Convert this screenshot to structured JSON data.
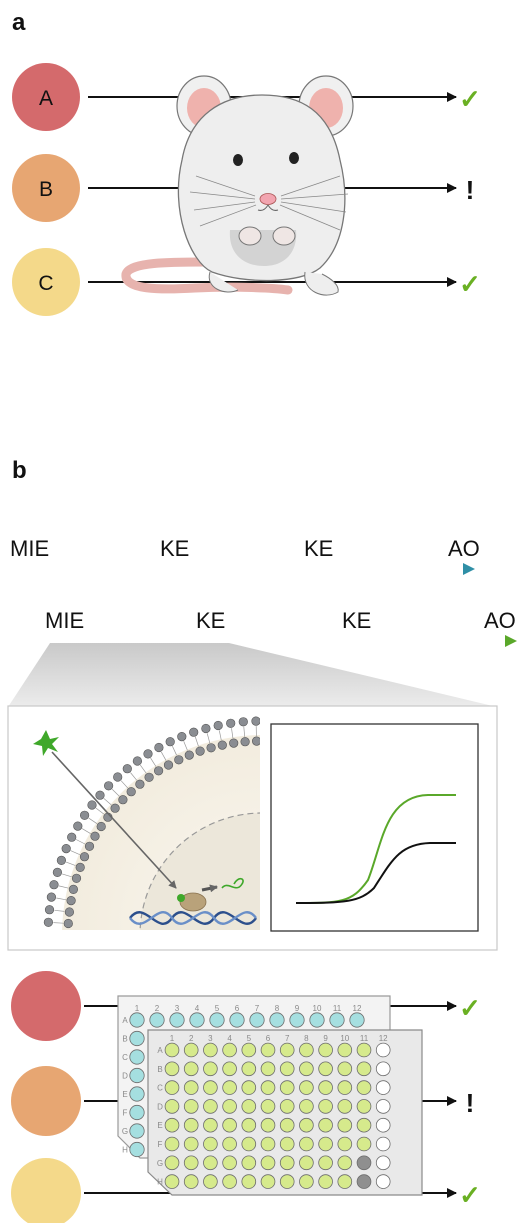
{
  "panel_a": {
    "label": "a",
    "rows": [
      {
        "letter": "A",
        "color": "#d46a6c",
        "outcome": "✓",
        "outcome_color": "#6ab023"
      },
      {
        "letter": "B",
        "color": "#e7a672",
        "outcome": "!",
        "outcome_color": "#111111"
      },
      {
        "letter": "C",
        "color": "#f4d98a",
        "outcome": "✓",
        "outcome_color": "#6ab023"
      }
    ]
  },
  "panel_b": {
    "label": "b",
    "pathway_top": {
      "labels": [
        "MIE",
        "KE",
        "KE",
        "AO"
      ],
      "color": "#3a9fb4"
    },
    "pathway_bottom": {
      "labels": [
        "MIE",
        "KE",
        "KE",
        "AO"
      ],
      "color": "#63ad2c"
    },
    "plate_small": {
      "rows": [
        "A",
        "B",
        "C",
        "D",
        "E",
        "F",
        "G",
        "H"
      ],
      "cols": [
        "1",
        "2",
        "3",
        "4",
        "5",
        "6",
        "7",
        "8",
        "9",
        "10",
        "11",
        "12"
      ]
    },
    "plate_large": {
      "rows": [
        "A",
        "B",
        "C",
        "D",
        "E",
        "F",
        "G",
        "H"
      ],
      "cols": [
        "1",
        "2",
        "3",
        "4",
        "5",
        "6",
        "7",
        "8",
        "9",
        "10",
        "11",
        "12"
      ]
    },
    "bottom_rows": [
      {
        "color": "#d46a6c",
        "outcome": "✓",
        "outcome_color": "#6ab023"
      },
      {
        "color": "#e7a672",
        "outcome": "!",
        "outcome_color": "#111111"
      },
      {
        "color": "#f4d98a",
        "outcome": "✓",
        "outcome_color": "#6ab023"
      }
    ]
  },
  "colors": {
    "well_green": "#d6ea8c",
    "well_cyan": "#a5dfe0",
    "ligand": "#3fa82a"
  }
}
